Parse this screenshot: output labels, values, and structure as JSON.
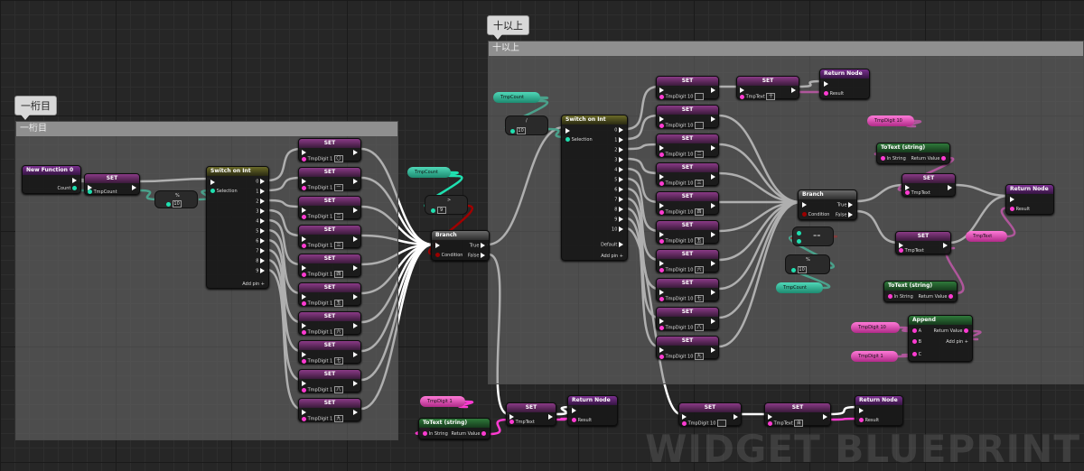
{
  "comments": {
    "left": {
      "bubble": "一桁目",
      "title": "一桁目"
    },
    "right": {
      "bubble": "十以上",
      "title": "十以上"
    }
  },
  "watermark": "WIDGET BLUEPRINT",
  "left": {
    "fn": {
      "title": "New Function 0",
      "count": "Count"
    },
    "set_count": {
      "title": "SET",
      "pin": "TmpCount"
    },
    "mod": {
      "op": "%",
      "value": "10"
    },
    "switch": {
      "title": "Switch on Int",
      "selection": "Selection",
      "cases": [
        "0",
        "1",
        "2",
        "3",
        "4",
        "5",
        "6",
        "7",
        "8",
        "9"
      ],
      "addpin": "Add pin"
    },
    "sets": [
      {
        "title": "SET",
        "pin": "TmpDigit 1",
        "val": "〇"
      },
      {
        "title": "SET",
        "pin": "TmpDigit 1",
        "val": "一"
      },
      {
        "title": "SET",
        "pin": "TmpDigit 1",
        "val": "二"
      },
      {
        "title": "SET",
        "pin": "TmpDigit 1",
        "val": "三"
      },
      {
        "title": "SET",
        "pin": "TmpDigit 1",
        "val": "四"
      },
      {
        "title": "SET",
        "pin": "TmpDigit 1",
        "val": "五"
      },
      {
        "title": "SET",
        "pin": "TmpDigit 1",
        "val": "六"
      },
      {
        "title": "SET",
        "pin": "TmpDigit 1",
        "val": "七"
      },
      {
        "title": "SET",
        "pin": "TmpDigit 1",
        "val": "八"
      },
      {
        "title": "SET",
        "pin": "TmpDigit 1",
        "val": "九"
      }
    ]
  },
  "middle": {
    "tmpcount": "TmpCount",
    "compare": {
      "op": ">",
      "value": "9"
    },
    "branch": {
      "title": "Branch",
      "condition": "Condition",
      "true": "True",
      "false": "False"
    },
    "tmpdigit1": "TmpDigit 1",
    "totext": {
      "title": "ToText (string)",
      "in": "In String",
      "out": "Return Value"
    },
    "set_text": {
      "title": "SET",
      "pin": "TmpText"
    },
    "return": {
      "title": "Return Node",
      "result": "Result"
    }
  },
  "right": {
    "tmpcount": "TmpCount",
    "div": {
      "op": "/",
      "value": "10"
    },
    "switch": {
      "title": "Switch on Int",
      "selection": "Selection",
      "cases": [
        "0",
        "1",
        "2",
        "3",
        "4",
        "5",
        "6",
        "7",
        "8",
        "9",
        "10"
      ],
      "default": "Default",
      "addpin": "Add pin"
    },
    "sets": [
      {
        "title": "SET",
        "pin": "TmpDigit 10",
        "val": ""
      },
      {
        "title": "SET",
        "pin": "TmpDigit 10",
        "val": ""
      },
      {
        "title": "SET",
        "pin": "TmpDigit 10",
        "val": "二"
      },
      {
        "title": "SET",
        "pin": "TmpDigit 10",
        "val": "三"
      },
      {
        "title": "SET",
        "pin": "TmpDigit 10",
        "val": "四"
      },
      {
        "title": "SET",
        "pin": "TmpDigit 10",
        "val": "五"
      },
      {
        "title": "SET",
        "pin": "TmpDigit 10",
        "val": "六"
      },
      {
        "title": "SET",
        "pin": "TmpDigit 10",
        "val": "七"
      },
      {
        "title": "SET",
        "pin": "TmpDigit 10",
        "val": "八"
      },
      {
        "title": "SET",
        "pin": "TmpDigit 10",
        "val": "九"
      }
    ],
    "set_text_top": {
      "title": "SET",
      "pin": "TmpText",
      "val": "十"
    },
    "return_top": {
      "title": "Return Node",
      "result": "Result"
    },
    "tmpdigit10_a": "TmpDigit 10",
    "totext_a": {
      "title": "ToText (string)",
      "in": "In String",
      "out": "Return Value"
    },
    "branch": {
      "title": "Branch",
      "condition": "Condition",
      "true": "True",
      "false": "False"
    },
    "eq": {
      "op": "=="
    },
    "mod": {
      "op": "%",
      "value": "10"
    },
    "tmpcount2": "TmpCount",
    "set_text_mid1": {
      "title": "SET",
      "pin": "TmpText"
    },
    "set_text_mid2": {
      "title": "SET",
      "pin": "TmpText"
    },
    "return_mid": {
      "title": "Return Node",
      "result": "Result"
    },
    "tmptext": "TmpText",
    "totext_b": {
      "title": "ToText (string)",
      "in": "In String",
      "out": "Return Value"
    },
    "append": {
      "title": "Append",
      "a": "A",
      "b": "B",
      "c": "C",
      "out": "Return Value",
      "addpin": "Add pin"
    },
    "tmpdigit10_b": "TmpDigit 10",
    "tmpdigit1_b": "TmpDigit 1"
  },
  "bottom": {
    "set_digit": {
      "title": "SET",
      "pin": "TmpDigit 10",
      "val": ""
    },
    "set_text": {
      "title": "SET",
      "pin": "TmpText",
      "val": "百"
    },
    "return": {
      "title": "Return Node",
      "result": "Result"
    }
  },
  "colors": {
    "exec": "#ffffff",
    "int": "#1fe0b0",
    "string": "#ff3bd2",
    "bool": "#9b0000"
  }
}
